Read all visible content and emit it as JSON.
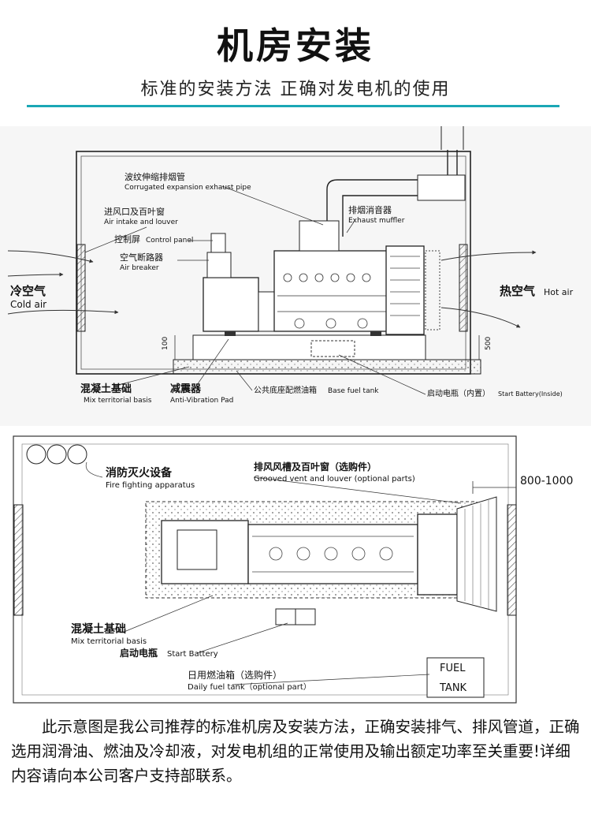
{
  "header": {
    "title": "机房安装",
    "subtitle": "标准的安装方法  正确对发电机的使用"
  },
  "diagram1": {
    "exhaust_pipe_cn": "波纹伸缩排烟管",
    "exhaust_pipe_en": "Corrugated expansion exhaust pipe",
    "air_intake_cn": "进风口及百叶窗",
    "air_intake_en": "Air intake and louver",
    "control_panel_cn": "控制屏",
    "control_panel_en": "Control panel",
    "air_breaker_cn": "空气断路器",
    "air_breaker_en": "Air breaker",
    "muffler_cn": "排烟消音器",
    "muffler_en": "Exhaust muffler",
    "cold_air_cn": "冷空气",
    "cold_air_en": "Cold air",
    "hot_air_cn": "热空气",
    "hot_air_en": "Hot air",
    "dim_100": "100",
    "dim_500": "500",
    "concrete_cn": "混凝土基础",
    "concrete_en": "Mix territorial basis",
    "anti_vib_cn": "减震器",
    "anti_vib_en": "Anti-Vibration Pad",
    "base_tank_cn": "公共底座配燃油箱",
    "base_tank_en": "Base fuel tank",
    "start_battery_cn": "启动电瓶（内置）",
    "start_battery_en": "Start Battery(Inside)"
  },
  "diagram2": {
    "fire_cn": "消防灭火设备",
    "fire_en": "Fire fighting apparatus",
    "vent_cn": "排风风槽及百叶窗（选购件）",
    "vent_en": "Grooved vent and louver (optional parts)",
    "dimension": "800-1000",
    "concrete_cn": "混凝土基础",
    "concrete_en": "Mix territorial basis",
    "battery_cn": "启动电瓶",
    "battery_en": "Start Battery",
    "daily_tank_cn": "日用燃油箱（选购件）",
    "daily_tank_en": "Daily fuel tank（optional part）",
    "fuel": "FUEL",
    "tank": "TANK"
  },
  "note": "此示意图是我公司推荐的标准机房及安装方法，正确安装排气、排风管道，正确选用润滑油、燃油及冷却液，对发电机组的正常使用及输出额定功率至关重要!详细内容请向本公司客户支持部联系。"
}
